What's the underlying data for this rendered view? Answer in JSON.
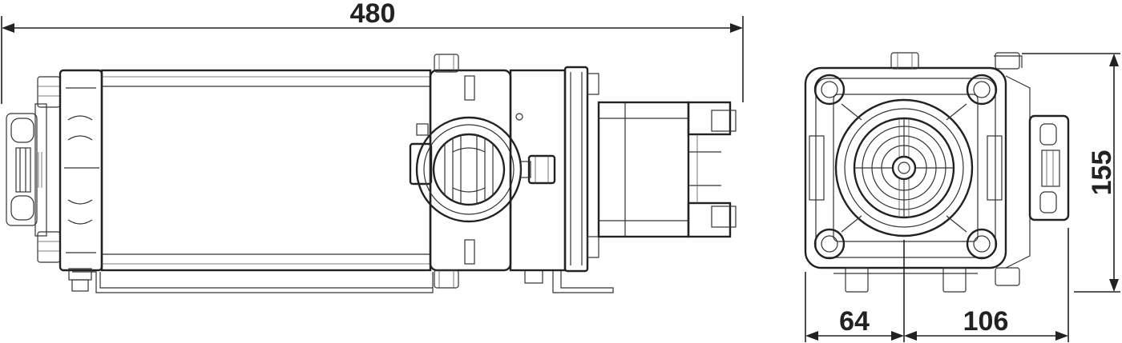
{
  "dimensions": {
    "overall_length": "480",
    "height": "155",
    "left_offset": "64",
    "right_offset": "106"
  },
  "colors": {
    "line": "#333333",
    "background": "#ffffff",
    "text": "#222222"
  }
}
